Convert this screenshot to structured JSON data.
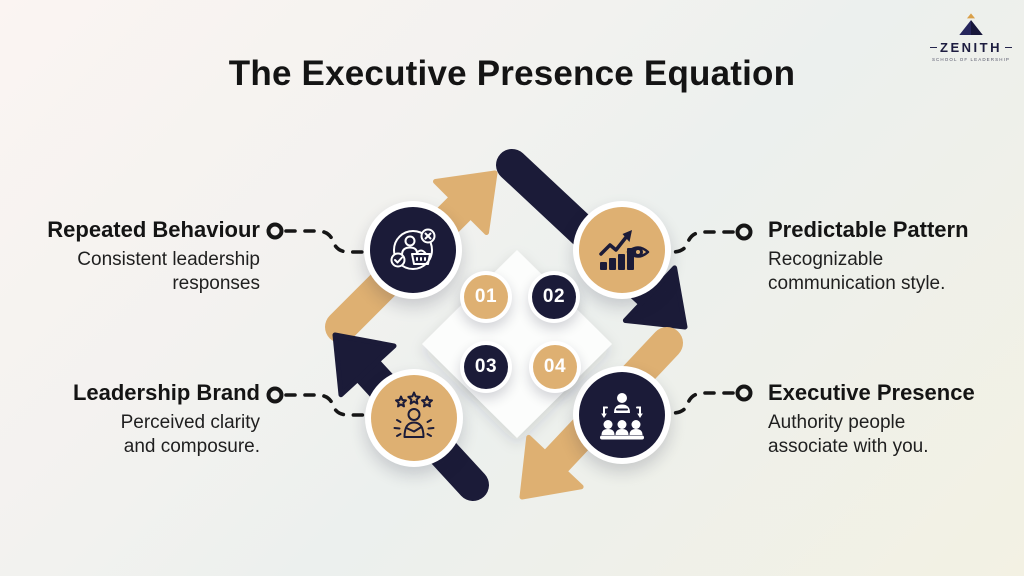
{
  "meta": {
    "title": "The Executive Presence Equation"
  },
  "logo": {
    "name": "ZENITH",
    "tagline": "SCHOOL OF LEADERSHIP"
  },
  "colors": {
    "navy": "#1b1b38",
    "tan": "#deb072",
    "ink": "#141414",
    "background_warm": "#fbf4f2",
    "background_cool": "#ecf0ee",
    "background_cream": "#f3f1e3",
    "logo_gold": "#d9a049",
    "logo_navy": "#26265c"
  },
  "nodes": [
    {
      "id": "repeated-behaviour",
      "position": "top-left",
      "title": "Repeated Behaviour",
      "description": "Consistent leadership responses",
      "desc": [
        "Consistent leadership",
        "responses"
      ],
      "icon": "person-basket-check-x-icon",
      "circle_color": "#1b1b38",
      "icon_color": "#ffffff"
    },
    {
      "id": "predictable-pattern",
      "position": "top-right",
      "title": "Predictable Pattern",
      "description": "Recognizable communication style.",
      "desc": [
        "Recognizable",
        "communication style."
      ],
      "icon": "trend-chart-eye-icon",
      "circle_color": "#deb072",
      "icon_color": "#1b1b38"
    },
    {
      "id": "leadership-brand",
      "position": "bottom-left",
      "title": "Leadership Brand",
      "description": "Perceived clarity and composure.",
      "desc": [
        "Perceived clarity",
        "and composure."
      ],
      "icon": "confident-person-stars-icon",
      "circle_color": "#deb072",
      "icon_color": "#1b1b38"
    },
    {
      "id": "executive-presence",
      "position": "bottom-right",
      "title": "Executive Presence",
      "description": "Authority people associate with you.",
      "desc": [
        "Authority people",
        "associate with you."
      ],
      "icon": "leader-team-icon",
      "circle_color": "#1b1b38",
      "icon_color": "#ffffff"
    }
  ],
  "steps": [
    {
      "number": "01",
      "color": "#deb072"
    },
    {
      "number": "02",
      "color": "#1b1b38"
    },
    {
      "number": "03",
      "color": "#1b1b38"
    },
    {
      "number": "04",
      "color": "#deb072"
    }
  ]
}
